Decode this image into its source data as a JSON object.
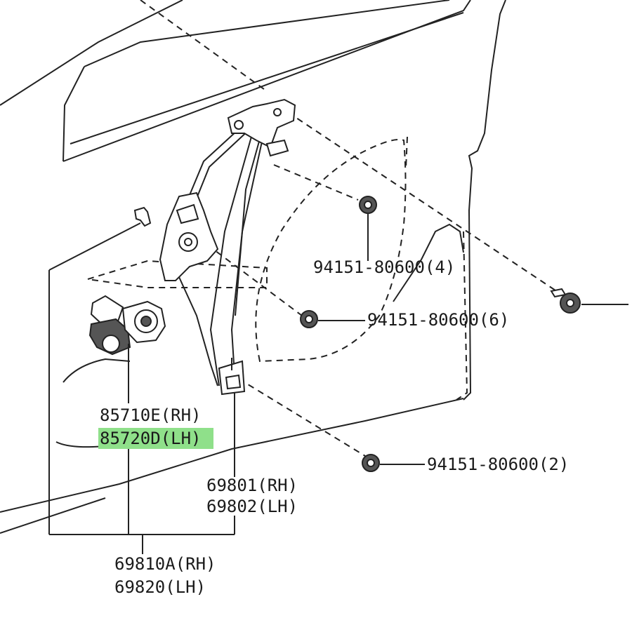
{
  "callouts": {
    "nut_4": "94151-80600(4)",
    "nut_6": "94151-80600(6)",
    "nut_2": "94151-80600(2)",
    "motor_rh": "85710E(RH)",
    "motor_lh": "85720D(LH)",
    "regulator_rh": "69801(RH)",
    "regulator_lh": "69802(LH)",
    "assembly_rh": "69810A(RH)",
    "assembly_lh": "69820(LH)"
  },
  "colors": {
    "highlight": "#8fe08a",
    "line": "#222222"
  }
}
